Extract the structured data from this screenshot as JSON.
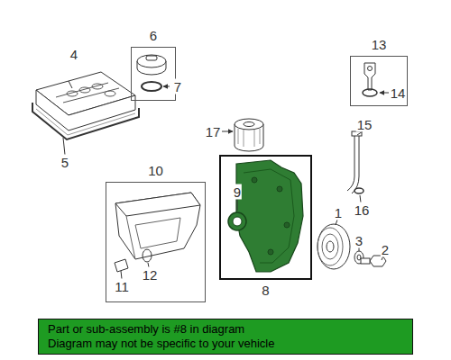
{
  "diagram": {
    "nodes": [
      {
        "text": [
          "6"
        ]
      },
      {
        "text": [
          "13"
        ]
      },
      {
        "text": [
          "10"
        ]
      },
      {
        "text": [
          "8"
        ]
      },
      {
        "text": [
          "Part or sub-assembly is #8 in diagram",
          "Diagram may not be specific to your vehicle"
        ]
      }
    ],
    "labels": [
      "4",
      "7",
      "14",
      "17",
      "15",
      "5",
      "9",
      "16",
      "1",
      "3",
      "2",
      "12",
      "11"
    ]
  }
}
